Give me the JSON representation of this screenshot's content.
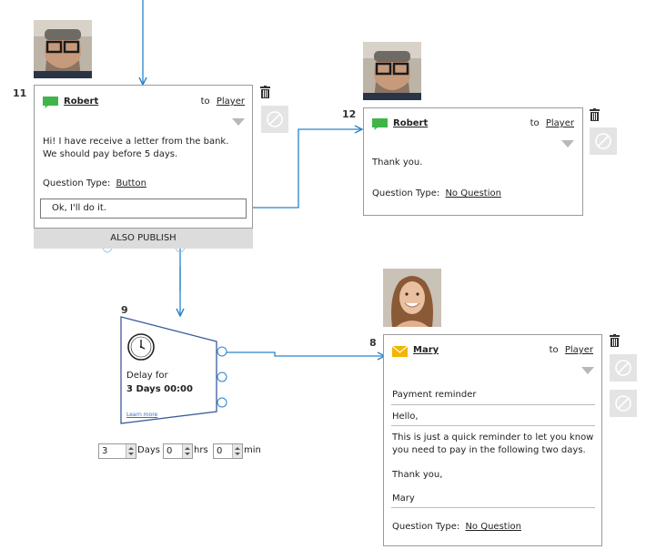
{
  "node11": {
    "number": "11",
    "sender": "Robert",
    "to_label": "to",
    "to_target": "Player",
    "message": "Hi! I have receive a letter from the bank. We should pay before 5 days.",
    "question_type_label": "Question Type:",
    "question_type_value": "Button",
    "answer": "Ok, I'll do it.",
    "publish_label": "ALSO PUBLISH"
  },
  "node12": {
    "number": "12",
    "sender": "Robert",
    "to_label": "to",
    "to_target": "Player",
    "message": "Thank you.",
    "question_type_label": "Question Type:",
    "question_type_value": "No Question"
  },
  "node9": {
    "number": "9",
    "delay_label": "Delay for",
    "delay_value": "3 Days 00:00",
    "learn_more": "Learn more",
    "days_value": "3",
    "days_unit": "Days",
    "hrs_value": "0",
    "hrs_unit": "hrs",
    "min_value": "0",
    "min_unit": "min"
  },
  "node8": {
    "number": "8",
    "sender": "Mary",
    "to_label": "to",
    "to_target": "Player",
    "subject": "Payment reminder",
    "greeting": "Hello,",
    "body": "This is just a quick reminder to let you know you need to pay in the following two days.",
    "closing": "Thank you,",
    "signature": "Mary",
    "question_type_label": "Question Type:",
    "question_type_value": "No Question"
  },
  "colors": {
    "connector": "#2a83c9",
    "chat_green": "#3fb549",
    "mail_yellow": "#f4b400",
    "publish_bg": "#dcdcdc"
  },
  "icons": [
    "chat-icon",
    "mail-icon",
    "trash-icon",
    "disable-icon",
    "clock-icon",
    "caret-down-icon"
  ]
}
